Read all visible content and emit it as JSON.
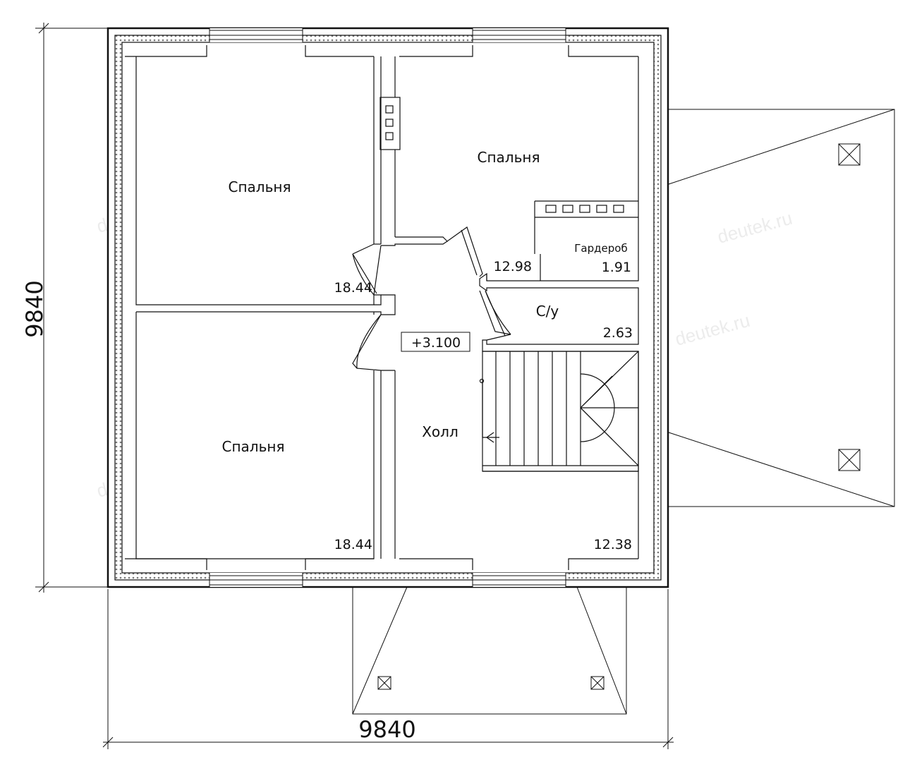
{
  "watermark": "deutek.ru",
  "dimensions": {
    "width": "9840",
    "height": "9840"
  },
  "level_mark": "+3.100",
  "rooms": {
    "bedroom_top_left": {
      "name": "Спальня",
      "area": "18.44"
    },
    "bedroom_bottom_left": {
      "name": "Спальня",
      "area": "18.44"
    },
    "bedroom_top_right": {
      "name": "Спальня",
      "area": "12.98"
    },
    "wardrobe": {
      "name": "Гардероб",
      "area": "1.91"
    },
    "bathroom": {
      "name": "С/у",
      "area": "2.63"
    },
    "hall": {
      "name": "Холл",
      "area": "12.38"
    }
  }
}
